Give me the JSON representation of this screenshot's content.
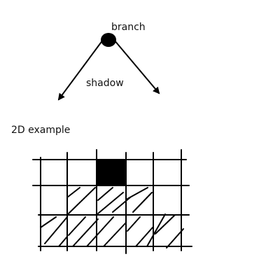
{
  "labels": {
    "branch": "branch",
    "shadow": "shadow",
    "example": "2D example"
  },
  "colors": {
    "ink": "#000000",
    "background": "#ffffff"
  }
}
